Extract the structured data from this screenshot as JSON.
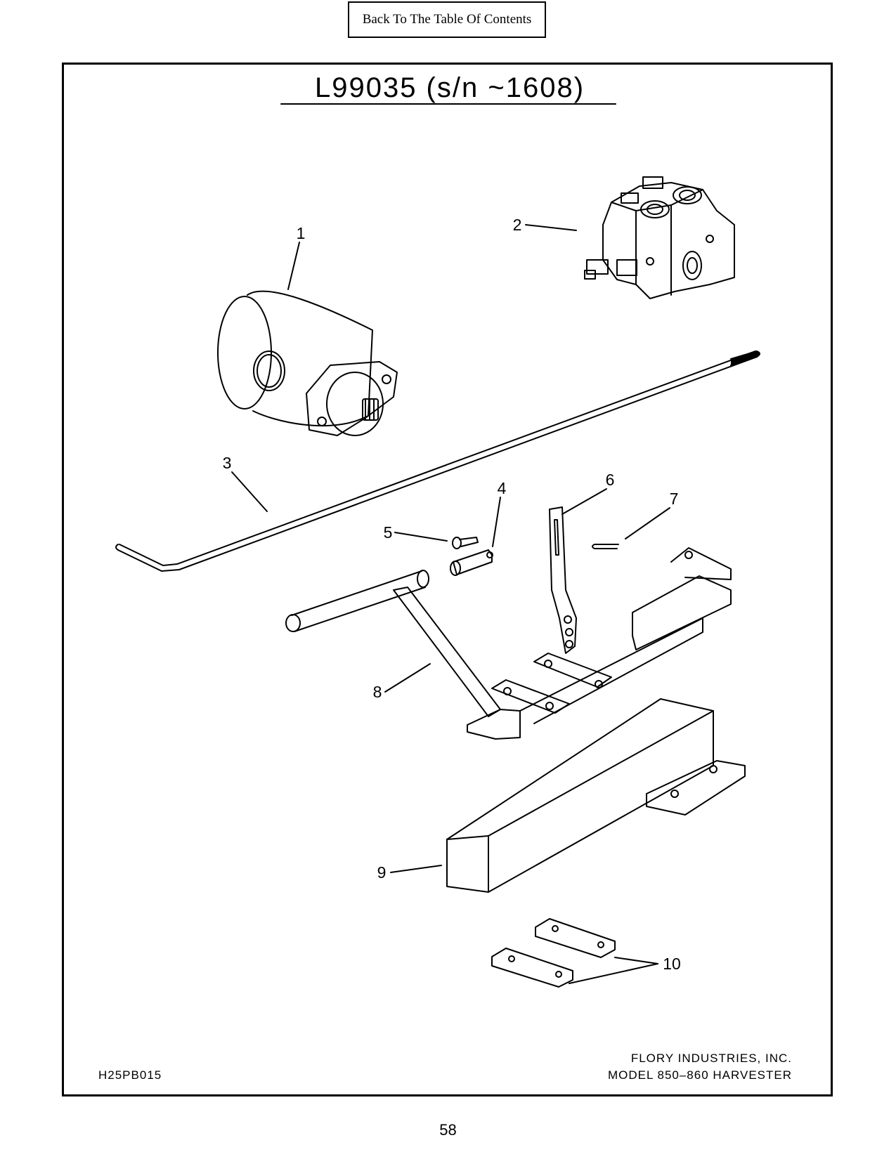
{
  "toc_link": {
    "label": "Back To The Table Of Contents"
  },
  "drawing": {
    "title": "L99035 (s/n ~1608)",
    "drawing_number": "H25PB015",
    "company": "FLORY INDUSTRIES, INC.",
    "model": "MODEL 850–860 HARVESTER",
    "callouts": [
      "1",
      "2",
      "3",
      "4",
      "5",
      "6",
      "7",
      "8",
      "9",
      "10"
    ]
  },
  "page_number": "58"
}
